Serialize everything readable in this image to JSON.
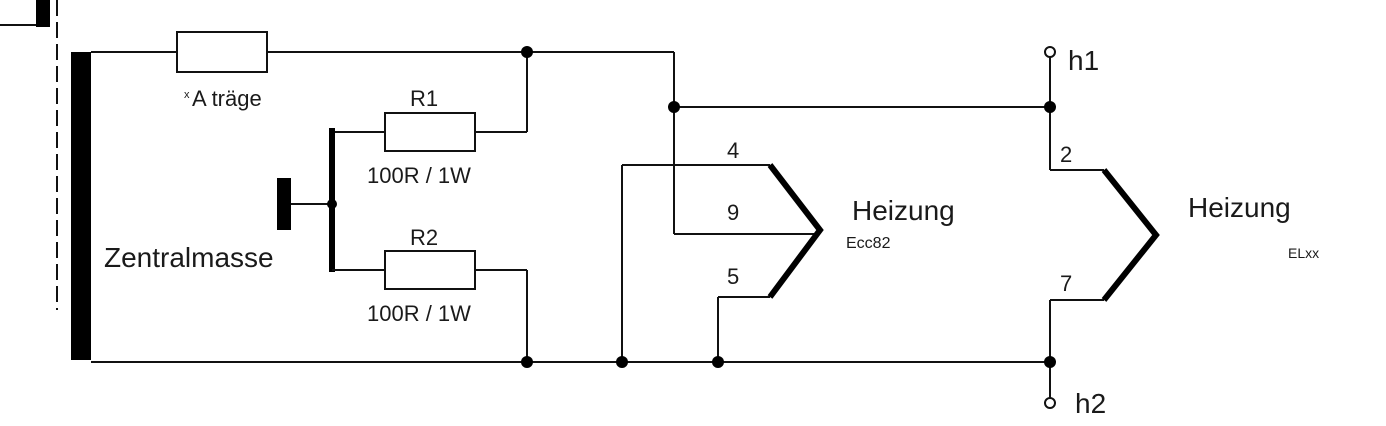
{
  "labels": {
    "fuse": "A träge",
    "fuse_prefix": "x",
    "r1_name": "R1",
    "r1_value": "100R / 1W",
    "r2_name": "R2",
    "r2_value": "100R / 1W",
    "ground": "Zentralmasse",
    "pin_4": "4",
    "pin_9": "9",
    "pin_5": "5",
    "heater_1": "Heizung",
    "tube_1": "Ecc82",
    "pin_2": "2",
    "pin_7": "7",
    "heater_2": "Heizung",
    "tube_2": "ELxx",
    "h1": "h1",
    "h2": "h2"
  },
  "colors": {
    "line": "#111111",
    "background": "#ffffff"
  }
}
